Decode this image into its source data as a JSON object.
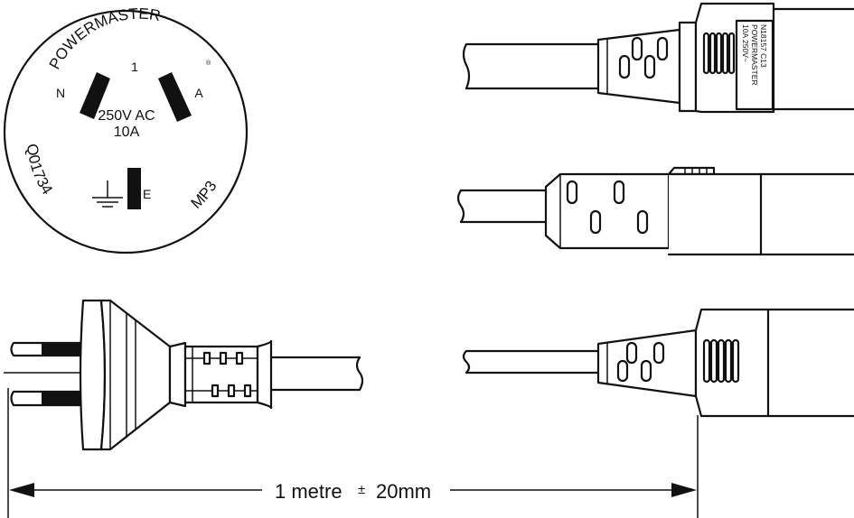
{
  "plug_face": {
    "brand": "POWERMASTER",
    "registered_mark": "®",
    "pin_number": "1",
    "pin_neutral": "N",
    "pin_active": "A",
    "pin_earth": "E",
    "rating_voltage": "250V AC",
    "rating_current": "10A",
    "approval_number": "Q01734",
    "model": "MP3",
    "earth_symbol": "earth-symbol-icon"
  },
  "connector_label": {
    "line1": "N18157  C13",
    "line2": "POWERMASTER",
    "line3": "10A  250V~"
  },
  "dimension": {
    "label": "1 metre",
    "tolerance_sign": "±",
    "tolerance": "20mm"
  },
  "colors": {
    "ink": "#111111",
    "background": "#ffffff"
  }
}
